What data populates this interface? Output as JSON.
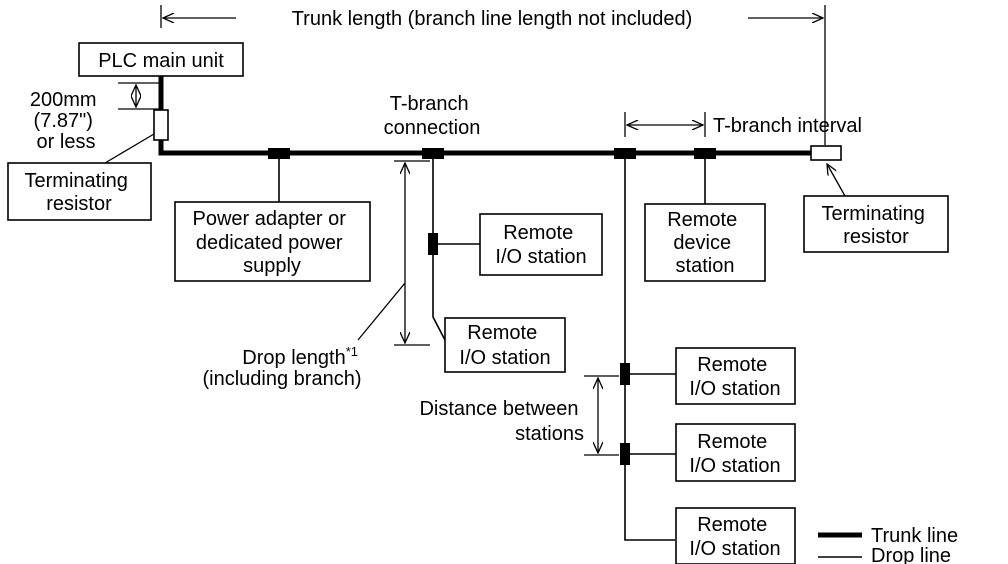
{
  "labels": {
    "trunk_length": "Trunk length (branch line length not included)",
    "plc_main_unit": "PLC main unit",
    "dist_200mm": [
      "200mm",
      "(7.87\")",
      "or less"
    ],
    "terminating_resistor_left": [
      "Terminating",
      "resistor"
    ],
    "t_branch_connection": [
      "T-branch",
      "connection"
    ],
    "t_branch_interval": "T-branch interval",
    "power_adapter": [
      "Power adapter or",
      "dedicated power",
      "supply"
    ],
    "remote_io_station_upper": [
      "Remote",
      "I/O station"
    ],
    "remote_io_station_drop_end": [
      "Remote",
      "I/O station"
    ],
    "remote_device_station": [
      "Remote",
      "device",
      "station"
    ],
    "terminating_resistor_right": [
      "Terminating",
      "resistor"
    ],
    "drop_length": "Drop length",
    "drop_length_note": "*1",
    "including_branch": "(including branch)",
    "distance_between_stations": [
      "Distance between",
      "stations"
    ],
    "remote_io_station_right_1": [
      "Remote",
      "I/O station"
    ],
    "remote_io_station_right_2": [
      "Remote",
      "I/O station"
    ],
    "remote_io_station_right_3": [
      "Remote",
      "I/O station"
    ]
  },
  "legend": {
    "trunk_line": "Trunk line",
    "drop_line": "Drop line"
  }
}
